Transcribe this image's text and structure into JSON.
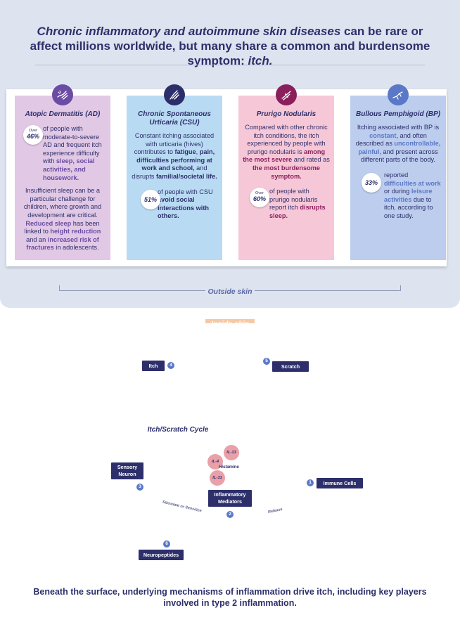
{
  "headline": {
    "part1": "Chronic inflammatory and autoimmune skin diseases",
    "part2": " can be rare or affect millions worldwide, but many share a common and burdensome symptom: ",
    "part3": "itch."
  },
  "cards": {
    "ad": {
      "icon": "hand-scratching-icon",
      "title": "Atopic Dermatitis (AD)",
      "stat_over": "Over",
      "stat_pct": "46%",
      "stat_text1": "of people with moderate-to-severe AD and frequent itch experience difficulty with ",
      "stat_hl": "sleep, social activities, and housework.",
      "p2_a": "Insufficient sleep can be a particular challenge for children, where growth and development are critical. ",
      "p2_hl1": "Reduced sleep",
      "p2_b": " has been linked to ",
      "p2_hl2": "height reduction",
      "p2_c": " and an ",
      "p2_hl3": "increased risk of fractures",
      "p2_d": " in adolescents."
    },
    "csu": {
      "icon": "arm-scratching-icon",
      "title": "Chronic Spontaneous Urticaria (CSU)",
      "p1_a": "Constant itching associated with urticaria (hives) contributes to ",
      "p1_hl1": "fatigue",
      "p1_b": ", ",
      "p1_hl2": "pain, difficulties performing at work and school,",
      "p1_c": " and disrupts ",
      "p1_hl3": "familial/societal life.",
      "stat_pct": "51%",
      "stat_text1": "of people with CSU ",
      "stat_hl": "avoid social interactions with others."
    },
    "pn": {
      "icon": "arm-scratching-icon",
      "title": "Prurigo Nodularis",
      "p1_a": "Compared with other chronic itch conditions, the itch experienced by people with prurigo nodularis is ",
      "p1_hl1": "among the most severe",
      "p1_b": " and rated as ",
      "p1_hl2": "the most burdensome symptom.",
      "stat_over": "Over",
      "stat_pct": "60%",
      "stat_text1": "of people with prurigo nodularis report itch ",
      "stat_hl": "disrupts sleep."
    },
    "bp": {
      "icon": "arm-scratching-icon",
      "title": "Bullous Pemphigoid (BP)",
      "p1_a": "Itching associated with BP is ",
      "p1_hl1": "constant",
      "p1_b": ", and often described as ",
      "p1_hl2": "uncontrollable, painful,",
      "p1_c": " and present across different parts of the body.",
      "stat_pct": "33%",
      "stat_text1": "reported ",
      "stat_hl1": "difficulties at work",
      "stat_text2": " or during ",
      "stat_hl2": "leisure activities",
      "stat_text3": " due to itch, according to one study."
    }
  },
  "outside_label": "Outside skin",
  "inside_label": "Inside skin",
  "cycle": {
    "title": "Itch/Scratch Cycle",
    "nodes": {
      "itch": "Itch",
      "scratch": "Scratch",
      "immune": "Immune Cells",
      "mediators_line1": "Inflammatory",
      "mediators_line2": "Mediators",
      "neuron_line1": "Sensory",
      "neuron_line2": "Neuron",
      "neuropeptides": "Neuropeptides"
    },
    "steps": [
      "1",
      "2",
      "3",
      "4",
      "5",
      "6"
    ],
    "mediators": [
      "IL-13",
      "IL-4",
      "Histamine",
      "IL-31"
    ],
    "arrow_labels": {
      "release": "Release",
      "stimulate": "Stimulate or Sensitize"
    }
  },
  "footer": "Beneath the surface, underlying mechanisms of inflammation drive itch, including key players involved in type 2 inflammation.",
  "colors": {
    "navy": "#2d2f6b",
    "ad_accent": "#6b4ba3",
    "pn_accent": "#8a1f5c",
    "bp_accent": "#5a78c7",
    "skin_top": "#f6c9a6",
    "skin_bottom": "#f3b7b4",
    "immune_cell": "#8a2b6b",
    "neuropeptide": "#4a3c8c"
  }
}
